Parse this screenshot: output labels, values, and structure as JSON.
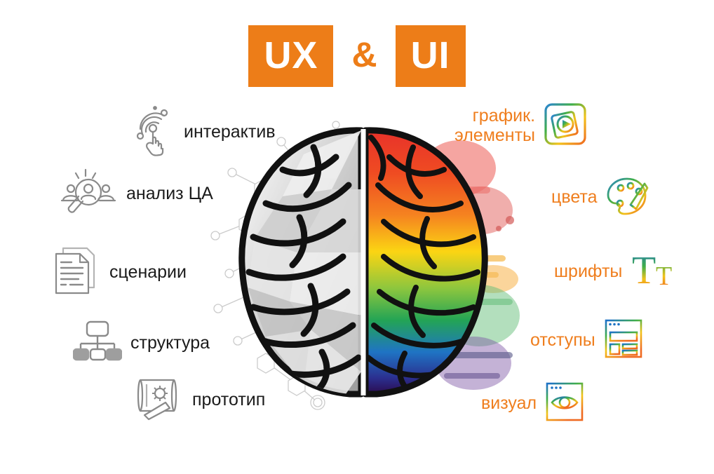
{
  "header": {
    "chip_left": "UX",
    "ampersand": "&",
    "chip_right": "UI",
    "accent_color": "#ed7d18"
  },
  "colors": {
    "accent_orange": "#ed7d18",
    "label_right_orange": "#ef7e1e",
    "label_left_dark": "#1b1b1b",
    "icon_gray": "#808080",
    "background": "#ffffff"
  },
  "left_column": {
    "side": "UX",
    "items": [
      {
        "label": "интерактив",
        "icon": "touch-gesture-icon"
      },
      {
        "label": "анализ ЦА",
        "icon": "audience-research-icon"
      },
      {
        "label": "сценарии",
        "icon": "documents-icon"
      },
      {
        "label": "структура",
        "icon": "sitemap-icon"
      },
      {
        "label": "прототип",
        "icon": "blueprint-gear-icon"
      }
    ]
  },
  "right_column": {
    "side": "UI",
    "items": [
      {
        "label": "график.\nэлементы",
        "label_line1": "график.",
        "label_line2": "элементы",
        "icon": "media-frame-icon"
      },
      {
        "label": "цвета",
        "icon": "palette-icon"
      },
      {
        "label": "шрифты",
        "icon": "typography-tt-icon"
      },
      {
        "label": "отступы",
        "icon": "layout-grid-icon"
      },
      {
        "label": "визуал",
        "icon": "eye-browser-icon"
      }
    ]
  },
  "artwork": {
    "name": "split-brain-illustration",
    "left_hemisphere": {
      "style": "low-poly grayscale",
      "overlay": "hexagonal molecular network",
      "represents": "UX / logic"
    },
    "right_hemisphere": {
      "style": "watercolor rainbow splatter",
      "gradient_stops": [
        "#e8322a",
        "#f47b20",
        "#f9d616",
        "#49b749",
        "#2a86d0",
        "#3b1a6e"
      ],
      "represents": "UI / creativity"
    }
  }
}
